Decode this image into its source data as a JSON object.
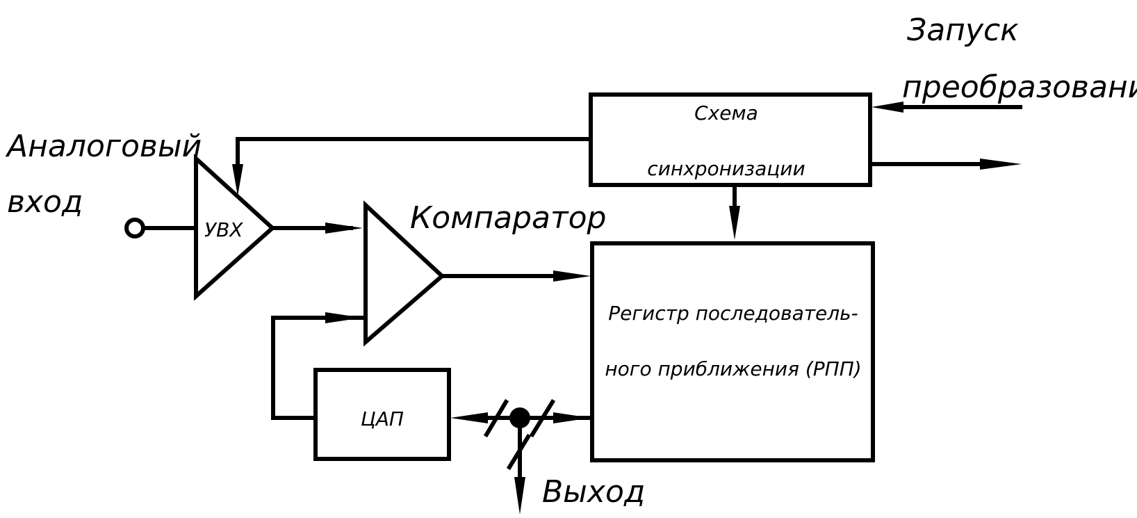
{
  "labels": {
    "analog_input_line1": "Аналоговый",
    "analog_input_line2": "вход",
    "start_line1": "Запуск",
    "start_line2": "преобразования",
    "comparator": "Компаратор",
    "output": "Выход"
  },
  "blocks": {
    "sample_hold": "УВХ",
    "sync_line1": "Схема",
    "sync_line2": "синхронизации",
    "sar_line1": "Регистр последователь-",
    "sar_line2": "ного приближения (РПП)",
    "dac": "ЦАП"
  }
}
